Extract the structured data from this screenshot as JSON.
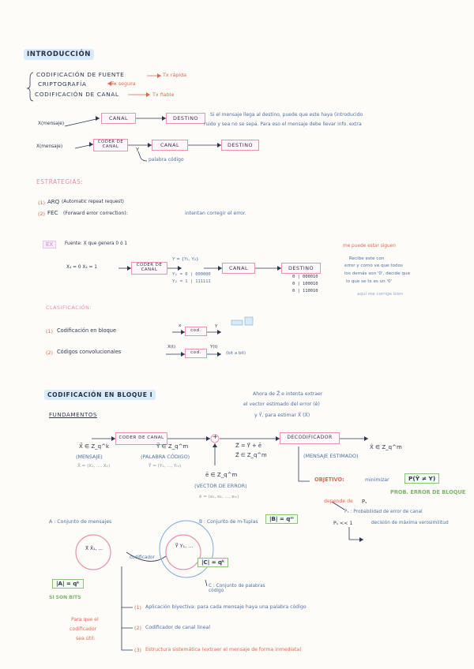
{
  "intro": {
    "title": "INTRODUCCIÓN",
    "items": [
      {
        "label": "CODIFICACIÓN DE FUENTE",
        "note": "Tx rápida"
      },
      {
        "label": "CRIPTOGRAFÍA",
        "note": "Tx segura"
      },
      {
        "label": "CODIFICACIÓN DE CANAL",
        "note": "Tx fiable"
      }
    ],
    "diagram1": {
      "input": "X(mensaje)",
      "canal": "CANAL",
      "destino": "DESTINO",
      "note1": "Si el mensaje llega al destino, puede que este haya (introducido",
      "note2": "ruido y sea no se sepa. Para eso el mensaje debe llevar info. extra"
    },
    "diagram2": {
      "input": "X(mensaje)",
      "coder": "CODER DE CANAL",
      "y": "Y",
      "canal": "CANAL",
      "destino": "DESTINO",
      "note": "palabra código"
    }
  },
  "estrategias": {
    "title": "ESTRATEGIAS:",
    "items": [
      {
        "num": "(1)",
        "label": "ARQ",
        "text": "(Automatic repeat request)"
      },
      {
        "num": "(2)",
        "label": "FEC",
        "text": "(Forward error correction):",
        "tail": "intentan corregir el error."
      }
    ]
  },
  "ejemplo": {
    "tag": "EX",
    "header": "Fuente: X que genera 0 ó 1",
    "inputs": "X₁ = 0   X₂ = 1",
    "coder": "CODER DE CANAL",
    "y_set": "Y = {Y₁, Y₂}",
    "y1": "Y₁ = 0 | 000000",
    "y2": "Y₂ = 1 | 111111",
    "canal": "CANAL",
    "destino": "DESTINO",
    "recv": [
      "0 | 000010",
      "0 | 100010",
      "0 | 110010"
    ],
    "red_note": "me puede estar siguen",
    "blue_note": [
      "Recibe este con",
      "error y como ve que todos",
      "los demás son '0', decide que",
      "lo que se tx es un '0'"
    ],
    "fix": "aquí me corrige bien"
  },
  "clasificacion": {
    "title": "CLASIFICACIÓN:",
    "items": [
      {
        "num": "(1)",
        "label": "Codificación en bloque",
        "x": "x",
        "cod": "cod.",
        "y": "Y"
      },
      {
        "num": "(2)",
        "label": "Códigos convolucionales",
        "x": "X(t)",
        "cod": "cod.",
        "y": "Y(t)",
        "note": "(bit a bit)"
      }
    ]
  },
  "bloque": {
    "title": "CODIFICACIÓN EN BLOQUE I",
    "fundamentos": "FUNDAMENTOS",
    "top_note": [
      "Ahora de Z⃗ e intenta extraer",
      "el vector estimado del error (ê)",
      "y Y⃗, para estimar X⃗ (X̂)"
    ],
    "x_vec": "X⃗ ∈ Z_q^k",
    "mensaje": "(MENSAJE)",
    "x_comp": "X⃗ = (X₁, ..., Xₖ)",
    "coder": "CODER DE CANAL",
    "y_vec": "Y⃗ ∈ Z_q^m",
    "palabra": "(PALABRA CÓDIGO)",
    "y_comp": "Y⃗ = (Y₁, ..., Yₘ)",
    "plus": "+",
    "z_eq": "Z⃗ = Y⃗ + ē",
    "z_in": "Z⃗ ∈ Z_q^m",
    "e_vec": "ē ∈ Z_q^m",
    "error": "(VECTOR DE ERROR)",
    "e_comp": "ē = (e₁, e₂, ..., eₘ)",
    "decoder": "DECODIFICADOR",
    "x_hat": "X̂ ∈ Z_q^m",
    "estimado": "(MENSAJE ESTIMADO)",
    "objetivo": "OBJETIVO:",
    "minimizar": "minimizar",
    "prob": "P(Ŷ ≠ Y)",
    "prob_err": "PROB. ERROR DE BLOQUE",
    "depende": "depende de",
    "ps": "Pₛ",
    "ps_def": "Pₛ : Probabilidad de error de canal",
    "ps_cond": "Pₛ << 1",
    "ps_arrow": "decisión de máxima verosimilitud",
    "a_def": "A : Conjunto de mensajes",
    "b_def": "B : Conjunto de m-Tuplas",
    "b_card": "|B| = qᵐ",
    "c_card": "|C| = qᵏ",
    "a_card": "|A| = qᵏ",
    "binary": "SI SON BITS",
    "c_def": "C : Conjunto de palabras código",
    "circ_a": "X⃗  X̂₁, ...",
    "circ_c": "Y⃗  Y₁, ...",
    "codif": "codificador",
    "para": [
      "Para que el",
      "codificador",
      "sea útil:"
    ],
    "cond": [
      {
        "num": "(1)",
        "text": "Aplicación biyectiva: para cada mensaje haya una palabra código"
      },
      {
        "num": "(2)",
        "text": "Codificador de canal lineal"
      },
      {
        "num": "(3)",
        "text": "Estructura sistemática (extraer el mensaje de forma inmediata)"
      }
    ]
  }
}
